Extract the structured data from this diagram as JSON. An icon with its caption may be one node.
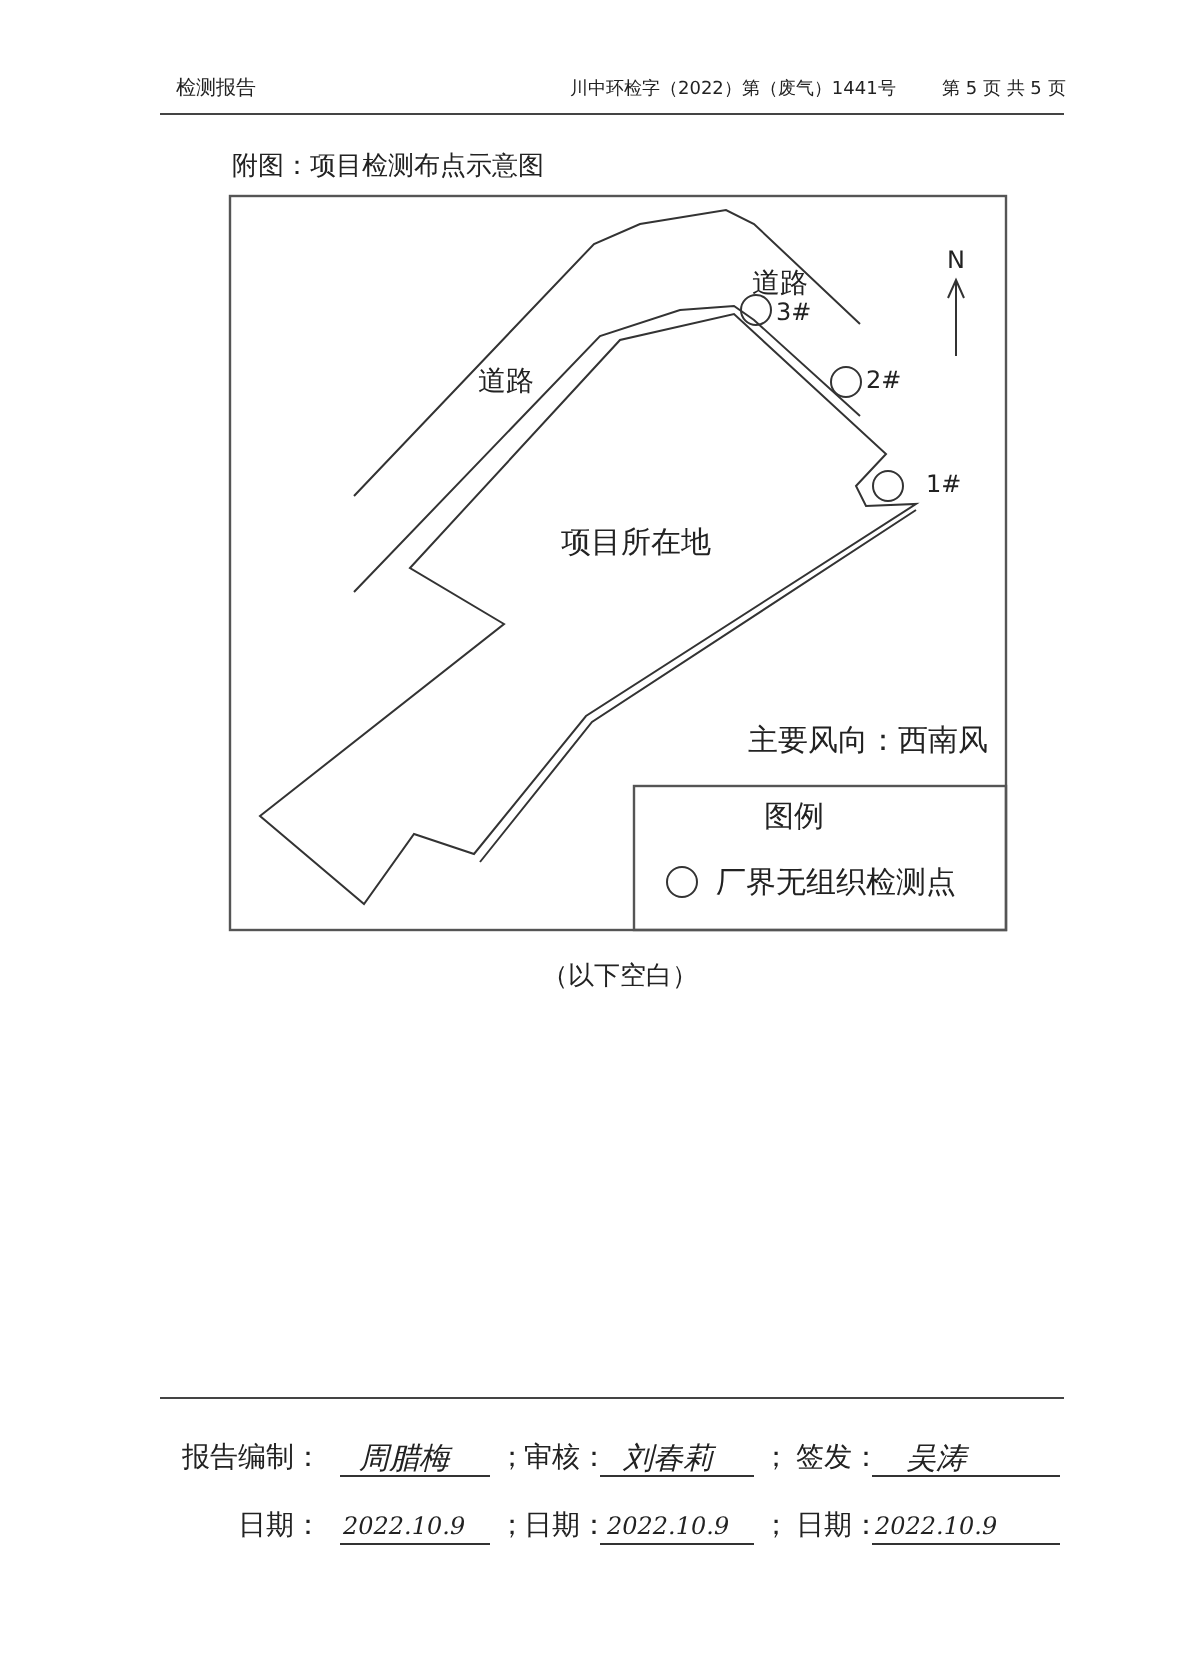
{
  "diagram": {
    "title": "附图：项目检测布点示意图",
    "caption": "（以下空白）",
    "nodes": [
      {
        "text": [
          "项目所在地"
        ]
      },
      {
        "text": [],
        "shape": "circle"
      },
      {
        "text": [],
        "shape": "circle"
      },
      {
        "text": [],
        "shape": "circle",
        "beside": [
          "1#"
        ]
      }
    ],
    "labels": [
      "检测报告",
      "川中环检字（2022）第（废气）1441号",
      "第 5 页 共 5 页",
      "道路",
      "3#",
      "N",
      "2#",
      "道路",
      "主要风向：西南风",
      "图例",
      "报告编制：",
      "周腊梅",
      "；",
      "审核：",
      "刘春莉",
      "；",
      "签发：",
      "吴涛",
      "日期：",
      "2022.10.9",
      "；",
      "日期：",
      "2022.10.9",
      "；",
      "日期：",
      "2022.10.9"
    ],
    "legend": [
      {
        "text": "厂界无组织检测点"
      }
    ]
  }
}
